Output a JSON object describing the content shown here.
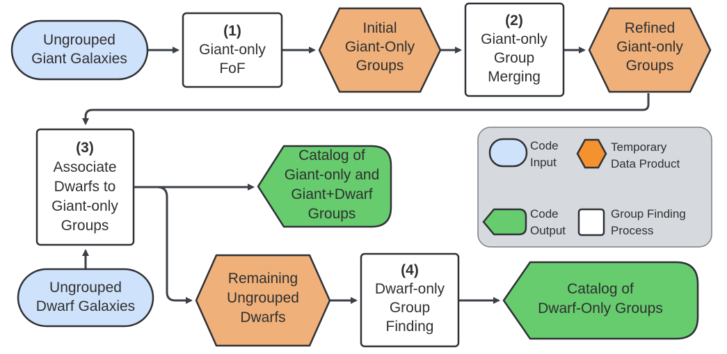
{
  "colors": {
    "input_fill": "#cfe2fb",
    "temporary_fill": "#efb07a",
    "output_fill": "#66cc6e",
    "process_fill": "#ffffff",
    "legend_bg": "#d6d9de",
    "legend_temporary_fill": "#f49230",
    "edge": "#3b3f47"
  },
  "nodes": {
    "ungrouped_giants": {
      "lines": [
        "Ungrouped",
        "Giant Galaxies"
      ]
    },
    "giant_fof": {
      "step": "(1)",
      "lines": [
        "Giant-only",
        "FoF"
      ]
    },
    "initial_groups": {
      "lines": [
        "Initial",
        "Giant-Only",
        "Groups"
      ]
    },
    "group_merging": {
      "step": "(2)",
      "lines": [
        "Giant-only",
        "Group",
        "Merging"
      ]
    },
    "refined_groups": {
      "lines": [
        "Refined",
        "Giant-only",
        "Groups"
      ]
    },
    "associate_dwarfs": {
      "step": "(3)",
      "lines": [
        "Associate",
        "Dwarfs to",
        "Giant-only",
        "Groups"
      ]
    },
    "catalog_giant": {
      "lines": [
        "Catalog of",
        "Giant-only and",
        "Giant+Dwarf",
        "Groups"
      ]
    },
    "ungrouped_dwarfs": {
      "lines": [
        "Ungrouped",
        "Dwarf Galaxies"
      ]
    },
    "remaining_dwarfs": {
      "lines": [
        "Remaining",
        "Ungrouped",
        "Dwarfs"
      ]
    },
    "dwarf_finding": {
      "step": "(4)",
      "lines": [
        "Dwarf-only",
        "Group",
        "Finding"
      ]
    },
    "catalog_dwarf": {
      "lines": [
        "Catalog of",
        "Dwarf-Only Groups"
      ]
    }
  },
  "legend": {
    "code_input": [
      "Code",
      "Input"
    ],
    "temporary": [
      "Temporary",
      "Data Product"
    ],
    "code_output": [
      "Code",
      "Output"
    ],
    "process": [
      "Group Finding",
      "Process"
    ]
  }
}
